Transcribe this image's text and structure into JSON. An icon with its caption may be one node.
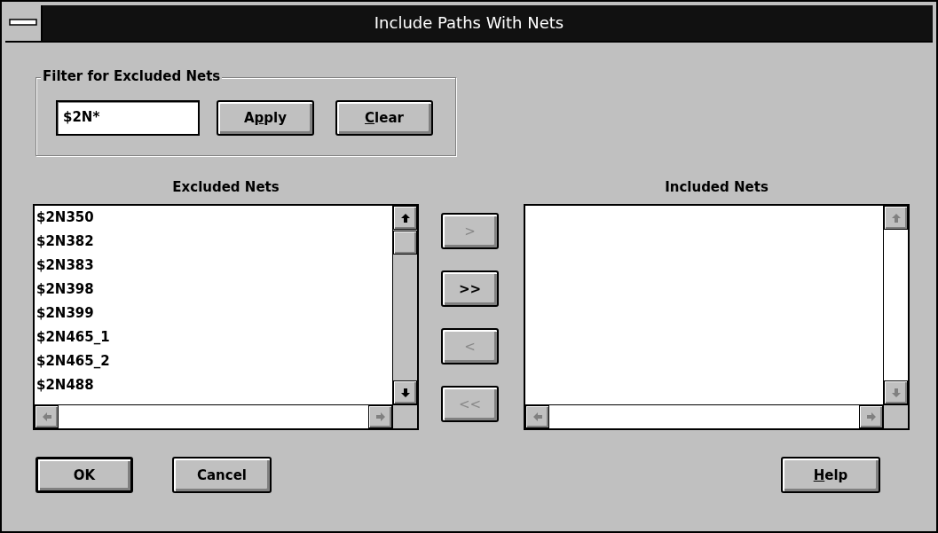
{
  "diagram": {
    "title": "Include Paths With Nets",
    "nodes": [
      {
        "text": [
          "Filter for Excluded Nets"
        ]
      },
      {
        "text": [
          "$2N*"
        ],
        "in": 0
      },
      {
        "text": [
          "Apply"
        ],
        "in": 0
      },
      {
        "text": [
          "Clear"
        ],
        "in": 0
      },
      {
        "text": [
          "Excluded Nets",
          "$2N350",
          "$2N382",
          "$2N383",
          "$2N398",
          "$2N399",
          "$2N465_1",
          "$2N465_2",
          "$2N488"
        ]
      },
      {
        "text": [
          ">"
        ]
      },
      {
        "text": [
          ">>"
        ]
      },
      {
        "text": [
          "<"
        ]
      },
      {
        "text": [
          "<<"
        ]
      },
      {
        "text": [
          "Included Nets"
        ]
      },
      {
        "text": [
          "OK"
        ]
      },
      {
        "text": [
          "Cancel"
        ]
      },
      {
        "text": [
          "Help"
        ]
      }
    ]
  }
}
